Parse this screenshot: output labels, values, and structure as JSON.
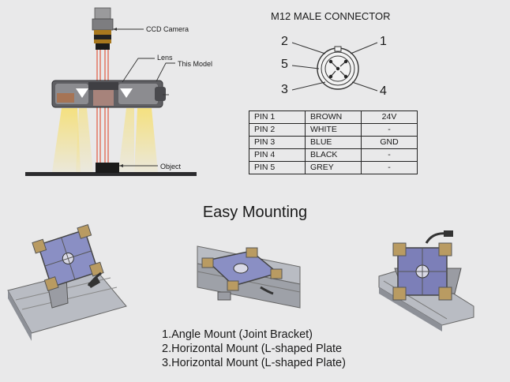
{
  "diagram": {
    "labels": {
      "camera": "CCD Camera",
      "lens": "Lens",
      "model": "This Model",
      "object": "Object"
    }
  },
  "connector": {
    "title": "M12 MALE CONNECTOR",
    "pin_numbers": [
      "1",
      "2",
      "3",
      "4",
      "5"
    ],
    "table": [
      {
        "pin": "PIN 1",
        "color": "BROWN",
        "signal": "24V"
      },
      {
        "pin": "PIN 2",
        "color": "WHITE",
        "signal": "-"
      },
      {
        "pin": "PIN 3",
        "color": "BLUE",
        "signal": "GND"
      },
      {
        "pin": "PIN 4",
        "color": "BLACK",
        "signal": "-"
      },
      {
        "pin": "PIN 5",
        "color": "GREY",
        "signal": "-"
      }
    ]
  },
  "mounting": {
    "heading": "Easy Mounting",
    "items": [
      "1.Angle Mount (Joint Bracket)",
      "2.Horizontal Mount (L-shaped Plate",
      "3.Horizontal Mount (L-shaped Plate)"
    ]
  },
  "colors": {
    "light_beam": "#f3df84",
    "laser": "#e8735a",
    "housing": "#6f6f72",
    "bracket": "#b99b62",
    "panel": "#7c7fb8"
  }
}
